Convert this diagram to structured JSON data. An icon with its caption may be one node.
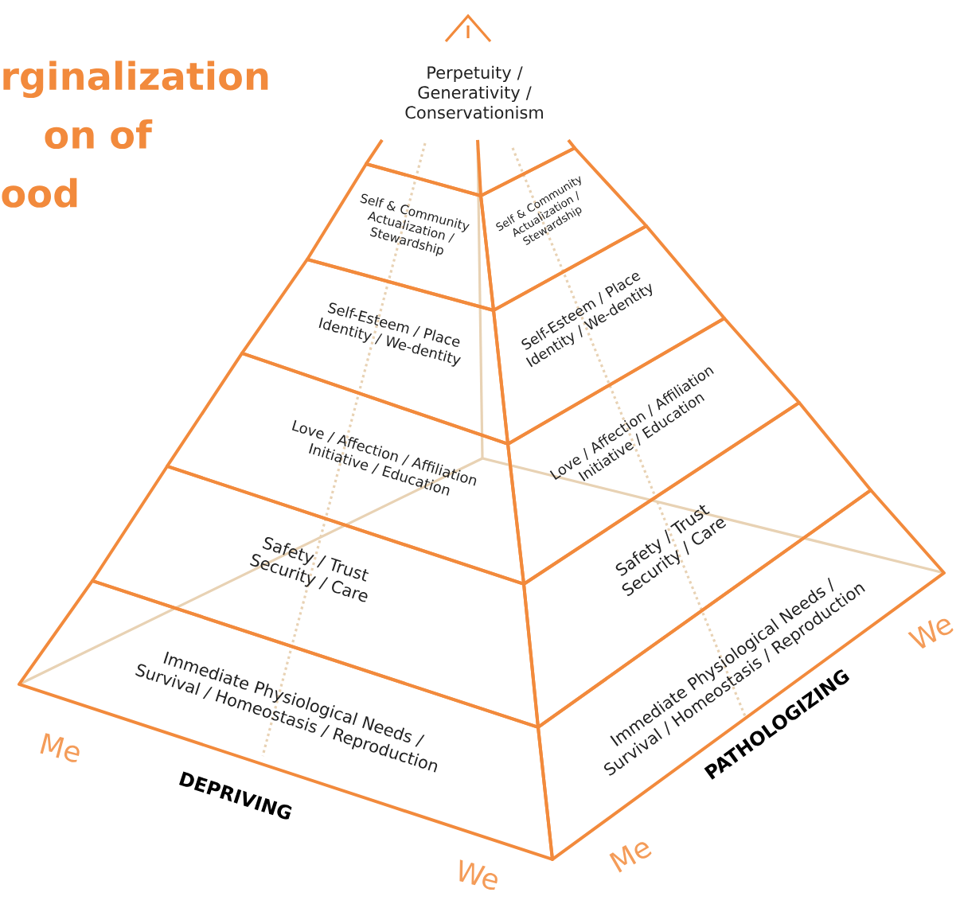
{
  "diagram": {
    "title": "rginalization on of ood",
    "nodes": [
      {
        "text": [
          "Perpetuity / Generativity / Conservationism"
        ]
      },
      {
        "text": [
          "Self & Community Actualization / Stewardship"
        ]
      },
      {
        "text": [
          "Self & Community Actualization / Stewardship"
        ]
      },
      {
        "text": [
          "Self-Esteem / Place Identity / We-dentity"
        ]
      },
      {
        "text": [
          "Self-Esteem / Place Identity / We-dentity"
        ]
      },
      {
        "text": [
          "Love / Affection / Affiliation Initiative / Education"
        ]
      },
      {
        "text": [
          "Love / Affection / Affiliation Initiative / Education"
        ]
      },
      {
        "text": [
          "Safety / Trust Security / Care"
        ]
      },
      {
        "text": [
          "Safety / Trust Security / Care"
        ]
      },
      {
        "text": [
          "Immediate Physiological Needs / Survival / Homeostasis / Reproduction"
        ]
      },
      {
        "text": [
          "Immediate Physiological Needs / Survival / Homeostasis / Reproduction"
        ]
      }
    ],
    "labels": [
      "Me",
      "DEPRIVING",
      "We",
      "Me",
      "PATHOLOGIZING",
      "We"
    ]
  }
}
